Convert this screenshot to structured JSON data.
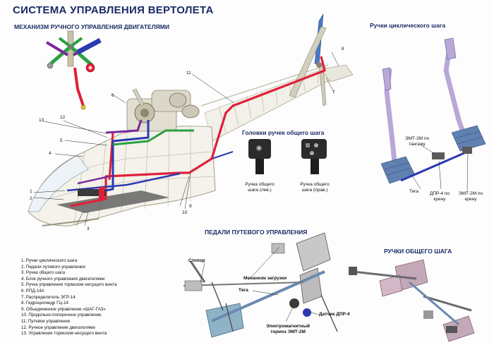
{
  "title": "СИСТЕМА УПРАВЛЕНИЯ ВЕРТОЛЕТА",
  "sections": {
    "engine_mech": "МЕХАНИЗМ РУЧНОГО УПРАВЛЕНИЯ ДВИГАТЕЛЯМИ",
    "cyclic": "Ручки циклического шага",
    "collective_heads": "Головки ручек общего шага",
    "pedals": "ПЕДАЛИ ПУТЕВОГО УПРАВЛЕНИЯ",
    "collective": "РУЧКИ ОБЩЕГО ШАГА"
  },
  "heads": {
    "left": "Ручка общего шага (лев.)",
    "right": "Ручка общего шага (прав.)"
  },
  "cyclic_labels": {
    "emt_pitch": "ЭМТ-2М по тангажу",
    "tyaga": "Тяга",
    "dpr_roll": "ДПР-4 по крену",
    "emt_roll": "ЭМТ-2М по крену"
  },
  "pedal_labels": {
    "stopor": "Стопор",
    "loading": "Механизм загрузки",
    "tyaga": "Тяга",
    "sensor": "Датчик ДПР-4",
    "brake": "Электромагнитный тормоз ЭМТ-2М"
  },
  "callouts": [
    "1",
    "2",
    "3",
    "4",
    "5",
    "6",
    "7",
    "8",
    "9",
    "10",
    "11",
    "12",
    "13"
  ],
  "legend": [
    "1. Ручки циклического шага",
    "2. Педали путевого управления",
    "3. Ручка общего шага",
    "4. Блок ручного управления двигателями",
    "5. Ручка управления тормозом несущего винта",
    "6. РПД-14А",
    "7. Распределитель ЭГР-14",
    "8. Гидроцилиндр ГЦ-14",
    "9. Объединенное управление «ШАГ-ГАЗ»",
    "10. Продольно-поперечное управление",
    "11. Путевое управление",
    "12. Ручное управление двигателями",
    "13. Управление тормозом несущего винта"
  ],
  "colors": {
    "red": "#e0203a",
    "blue": "#2a3ab0",
    "green": "#2aa040",
    "purple": "#7a2a9a",
    "frame": "#c8c4b4",
    "handle": "#b8a8d8",
    "boot": "#6080b0"
  }
}
